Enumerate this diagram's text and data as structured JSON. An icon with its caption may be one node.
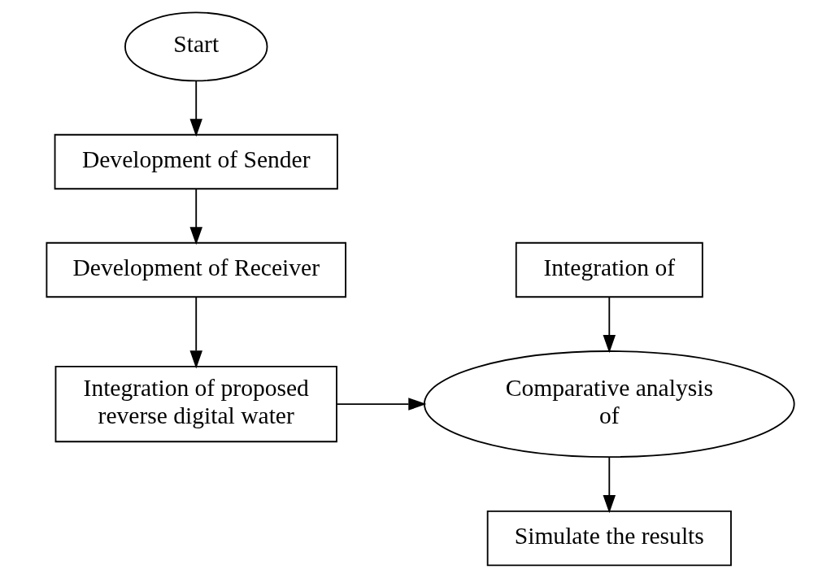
{
  "diagram": {
    "nodes": [
      {
        "text": [
          "Start"
        ]
      },
      {
        "text": [
          "Development of Sender"
        ]
      },
      {
        "text": [
          "Development of Receiver"
        ]
      },
      {
        "text": [
          "Integration of"
        ]
      },
      {
        "text": [
          "Integration of proposed reverse digital water"
        ]
      },
      {
        "text": [
          "Comparative analysis of"
        ]
      },
      {
        "text": [
          "Simulate the results"
        ]
      }
    ],
    "edges": [
      {
        "from": 0,
        "to": 1,
        "arrow": "to"
      },
      {
        "from": 1,
        "to": 2,
        "arrow": "to"
      },
      {
        "from": 2,
        "to": 4,
        "arrow": "to"
      },
      {
        "from": 4,
        "to": 5,
        "arrow": "to"
      },
      {
        "from": 3,
        "to": 5,
        "arrow": "to"
      },
      {
        "from": 5,
        "to": 6,
        "arrow": "to"
      }
    ]
  }
}
